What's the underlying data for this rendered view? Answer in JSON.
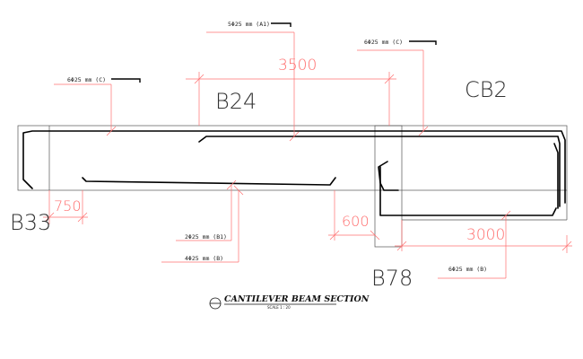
{
  "labels": {
    "b24": "B24",
    "cb2": "CB2",
    "b33": "B33",
    "b78": "B78"
  },
  "dimensions": {
    "d3500": "3500",
    "d750": "750",
    "d600": "600",
    "d3000": "3000"
  },
  "bar_callouts": {
    "a1": "5Φ25 mm (A1)",
    "c_right": "6Φ25 mm (C)",
    "c_left": "6Φ25 mm (C)",
    "b1": "2Φ25 mm (B1)",
    "b": "4Φ25 mm (B)",
    "b_right": "6Φ25 mm (B)"
  },
  "title": {
    "text": "CANTILEVER BEAM SECTION",
    "scale": "SCALE 1 : 20"
  },
  "colors": {
    "dimension": "#ff7070",
    "outline": "#555555",
    "rebar": "#000000",
    "text": "#333333"
  }
}
